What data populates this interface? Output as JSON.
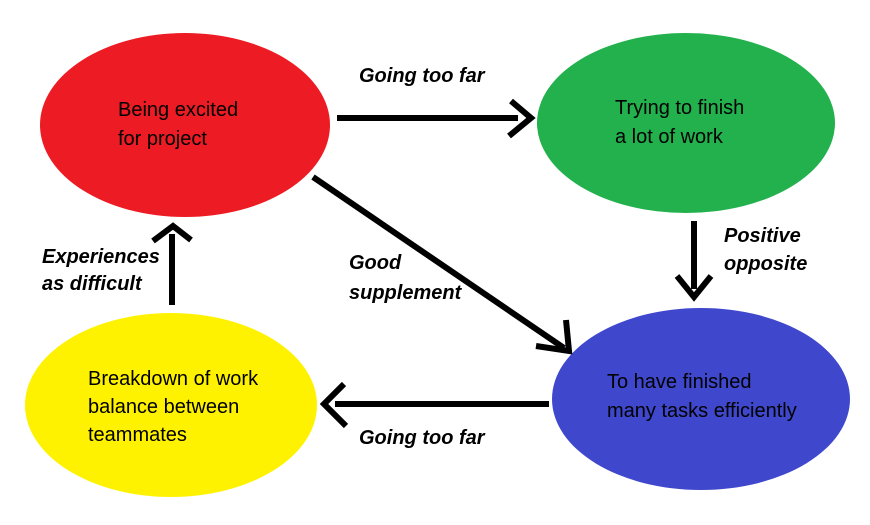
{
  "diagram": {
    "background_color": "#ffffff",
    "arrow_color": "#000000",
    "text_color": "#000000",
    "nodes": [
      {
        "id": "being-excited",
        "label": "Being excited\nfor project",
        "color": "#ed1c24"
      },
      {
        "id": "trying-to-finish",
        "label": "Trying to finish\na lot of work",
        "color": "#22b14c"
      },
      {
        "id": "finished-many-tasks",
        "label": "To have finished\nmany tasks efficiently",
        "color": "#3f48cc"
      },
      {
        "id": "breakdown-work-balance",
        "label": "Breakdown of work\nbalance between\nteammates",
        "color": "#fff200"
      }
    ],
    "edges": [
      {
        "from": "being-excited",
        "to": "trying-to-finish",
        "label": "Going too far"
      },
      {
        "from": "trying-to-finish",
        "to": "finished-many-tasks",
        "label": "Positive\nopposite"
      },
      {
        "from": "being-excited",
        "to": "finished-many-tasks",
        "label": "Good\nsupplement"
      },
      {
        "from": "finished-many-tasks",
        "to": "breakdown-work-balance",
        "label": "Going too far"
      },
      {
        "from": "breakdown-work-balance",
        "to": "being-excited",
        "label": "Experiences\nas difficult"
      }
    ]
  }
}
